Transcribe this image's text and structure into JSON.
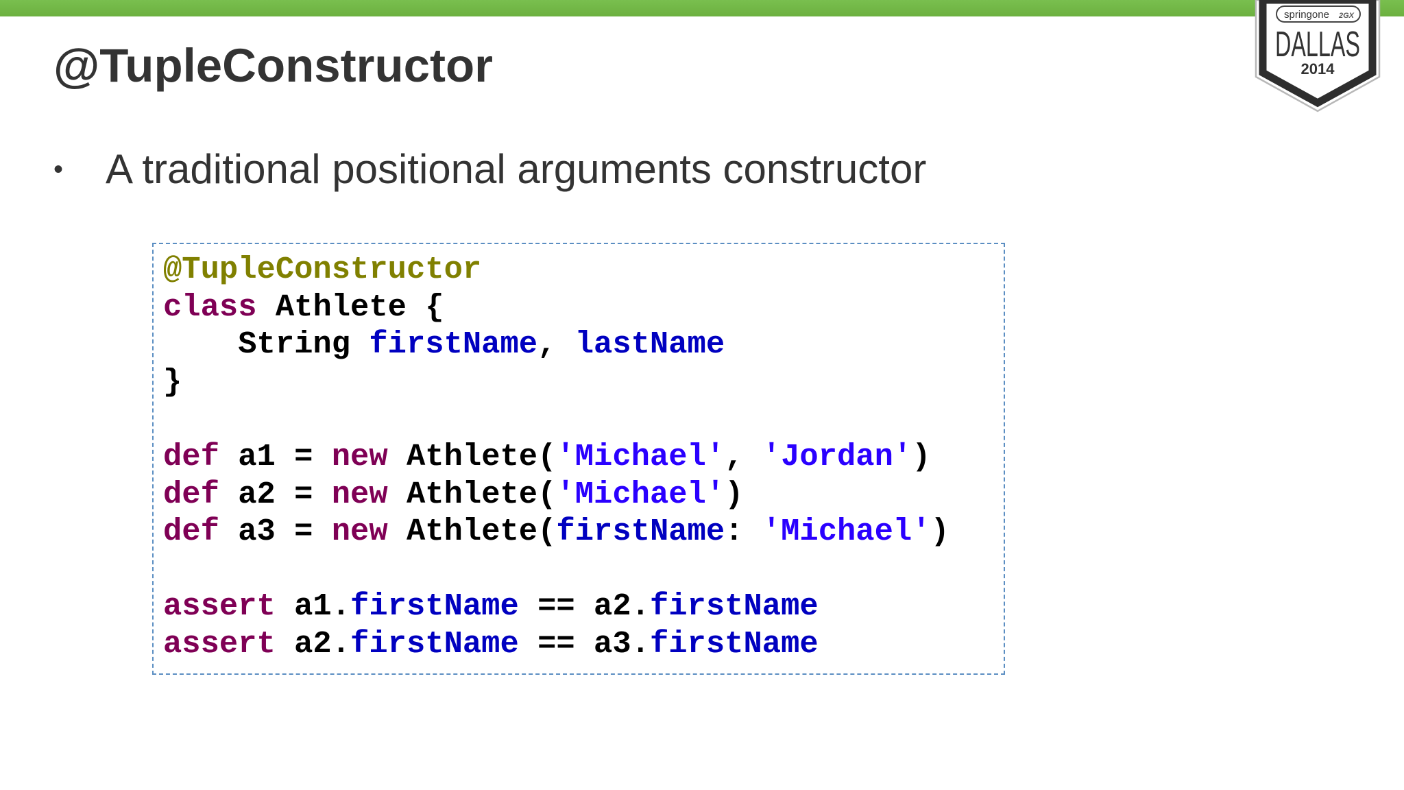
{
  "slide": {
    "title": "@TupleConstructor",
    "bullet_symbol": "•",
    "bullet_text": "A traditional positional arguments constructor"
  },
  "badge": {
    "brand": "springone",
    "brand_suffix": "2GX",
    "city": "DALLAS",
    "year": "2014"
  },
  "code": {
    "lines": [
      [
        {
          "t": "@TupleConstructor",
          "c": "ann"
        }
      ],
      [
        {
          "t": "class",
          "c": "kw"
        },
        {
          "t": " Athlete {",
          "c": "pl"
        }
      ],
      [
        {
          "t": "    String ",
          "c": "pl"
        },
        {
          "t": "firstName",
          "c": "fld"
        },
        {
          "t": ", ",
          "c": "pl"
        },
        {
          "t": "lastName",
          "c": "fld"
        }
      ],
      [
        {
          "t": "}",
          "c": "pl"
        }
      ],
      [],
      [
        {
          "t": "def",
          "c": "kw"
        },
        {
          "t": " a1 = ",
          "c": "pl"
        },
        {
          "t": "new",
          "c": "kw"
        },
        {
          "t": " Athlete(",
          "c": "pl"
        },
        {
          "t": "'Michael'",
          "c": "str"
        },
        {
          "t": ", ",
          "c": "pl"
        },
        {
          "t": "'Jordan'",
          "c": "str"
        },
        {
          "t": ")",
          "c": "pl"
        }
      ],
      [
        {
          "t": "def",
          "c": "kw"
        },
        {
          "t": " a2 = ",
          "c": "pl"
        },
        {
          "t": "new",
          "c": "kw"
        },
        {
          "t": " Athlete(",
          "c": "pl"
        },
        {
          "t": "'Michael'",
          "c": "str"
        },
        {
          "t": ")",
          "c": "pl"
        }
      ],
      [
        {
          "t": "def",
          "c": "kw"
        },
        {
          "t": " a3 = ",
          "c": "pl"
        },
        {
          "t": "new",
          "c": "kw"
        },
        {
          "t": " Athlete(",
          "c": "pl"
        },
        {
          "t": "firstName",
          "c": "fld"
        },
        {
          "t": ": ",
          "c": "pl"
        },
        {
          "t": "'Michael'",
          "c": "str"
        },
        {
          "t": ")",
          "c": "pl"
        }
      ],
      [],
      [
        {
          "t": "assert",
          "c": "kw"
        },
        {
          "t": " a1.",
          "c": "pl"
        },
        {
          "t": "firstName",
          "c": "fld"
        },
        {
          "t": " == a2.",
          "c": "pl"
        },
        {
          "t": "firstName",
          "c": "fld"
        }
      ],
      [
        {
          "t": "assert",
          "c": "kw"
        },
        {
          "t": " a2.",
          "c": "pl"
        },
        {
          "t": "firstName",
          "c": "fld"
        },
        {
          "t": " == a3.",
          "c": "pl"
        },
        {
          "t": "firstName",
          "c": "fld"
        }
      ]
    ]
  },
  "colors": {
    "top_bar": "#6cb03f",
    "title_text": "#333333",
    "code_border": "#5b8ec2",
    "annotation": "#808000",
    "keyword": "#7f0055",
    "field": "#0000c0",
    "string": "#2a00ff"
  }
}
